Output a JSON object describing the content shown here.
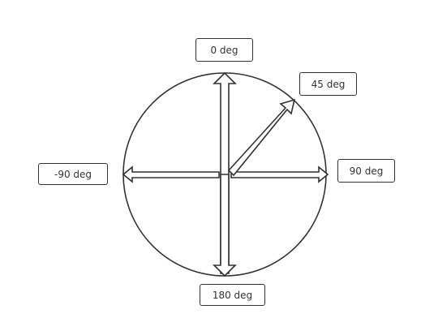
{
  "labels": {
    "north": "0 deg",
    "northeast": "45 deg",
    "east": "90 deg",
    "west": "-90 deg",
    "south": "180 deg"
  },
  "colors": {
    "stroke": "#333333",
    "fill": "#ffffff"
  }
}
